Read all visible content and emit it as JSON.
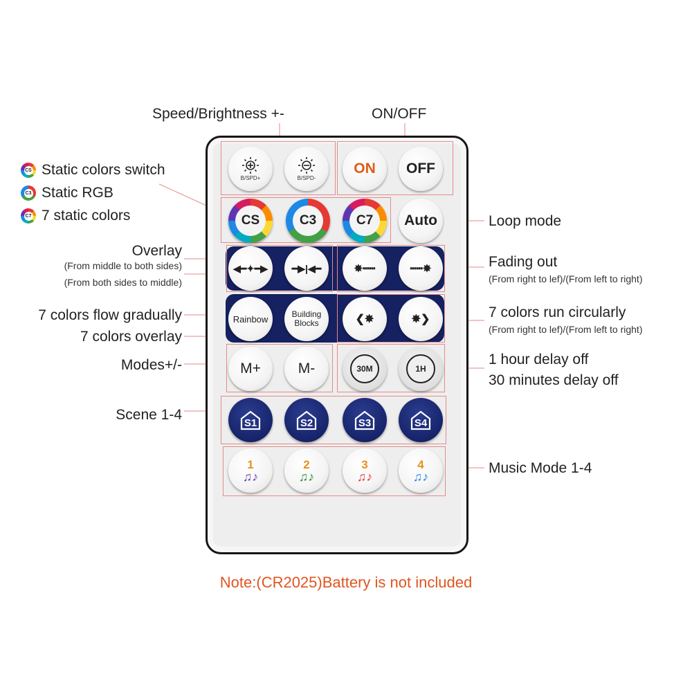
{
  "labels": {
    "speed_brightness": "Speed/Brightness +-",
    "on_off": "ON/OFF",
    "static_colors_switch": "Static colors switch",
    "static_rgb": "Static RGB",
    "seven_static_colors": "7 static colors",
    "loop_mode": "Loop mode",
    "overlay": "Overlay",
    "overlay_sub1": "(From middle to both sides)",
    "overlay_sub2": "(From both sides to middle)",
    "fading_out": "Fading out",
    "fading_out_sub": "(From right to lef)/(From left to right)",
    "flow_gradually": "7 colors flow gradually",
    "colors_overlay": "7 colors overlay",
    "run_circularly": "7 colors run circularly",
    "run_circularly_sub": "(From right to lef)/(From left to right)",
    "modes": "Modes+/-",
    "hour_delay": "1 hour delay off",
    "min_delay": "30 minutes delay off",
    "scene": "Scene 1-4",
    "music": "Music Mode 1-4"
  },
  "legend": [
    {
      "code": "CS",
      "icon": "rainbow-ring-icon"
    },
    {
      "code": "C3",
      "icon": "rgb-ring-icon"
    },
    {
      "code": "C7",
      "icon": "rainbow-ring-icon"
    }
  ],
  "buttons": {
    "speed_plus": {
      "icon": "sun-icon",
      "caption": "B/SPD+"
    },
    "speed_minus": {
      "icon": "sun-icon",
      "caption": "B/SPD-"
    },
    "on": "ON",
    "off": "OFF",
    "cs": "CS",
    "c3": "C3",
    "c7": "C7",
    "auto": "Auto",
    "overlay_out": "◀━✦━▶",
    "overlay_in": "━▶|◀━",
    "fade_left": "✸┅┅",
    "fade_right": "┅┅✸",
    "rainbow": "Rainbow",
    "building": "Building",
    "blocks": "Blocks",
    "run_left": "❮✸",
    "run_right": "✸❯",
    "mode_plus": "M+",
    "mode_minus": "M-",
    "timer_30m": "30M",
    "timer_1h": "1H",
    "scenes": [
      "S1",
      "S2",
      "S3",
      "S4"
    ],
    "music": [
      "1",
      "2",
      "3",
      "4"
    ],
    "music_notes": "♫♪"
  },
  "note": "Note:(CR2025)Battery is not included",
  "colors": {
    "navy": "#152160",
    "accent_orange": "#e0551f",
    "leader_line": "#e58a8a"
  }
}
